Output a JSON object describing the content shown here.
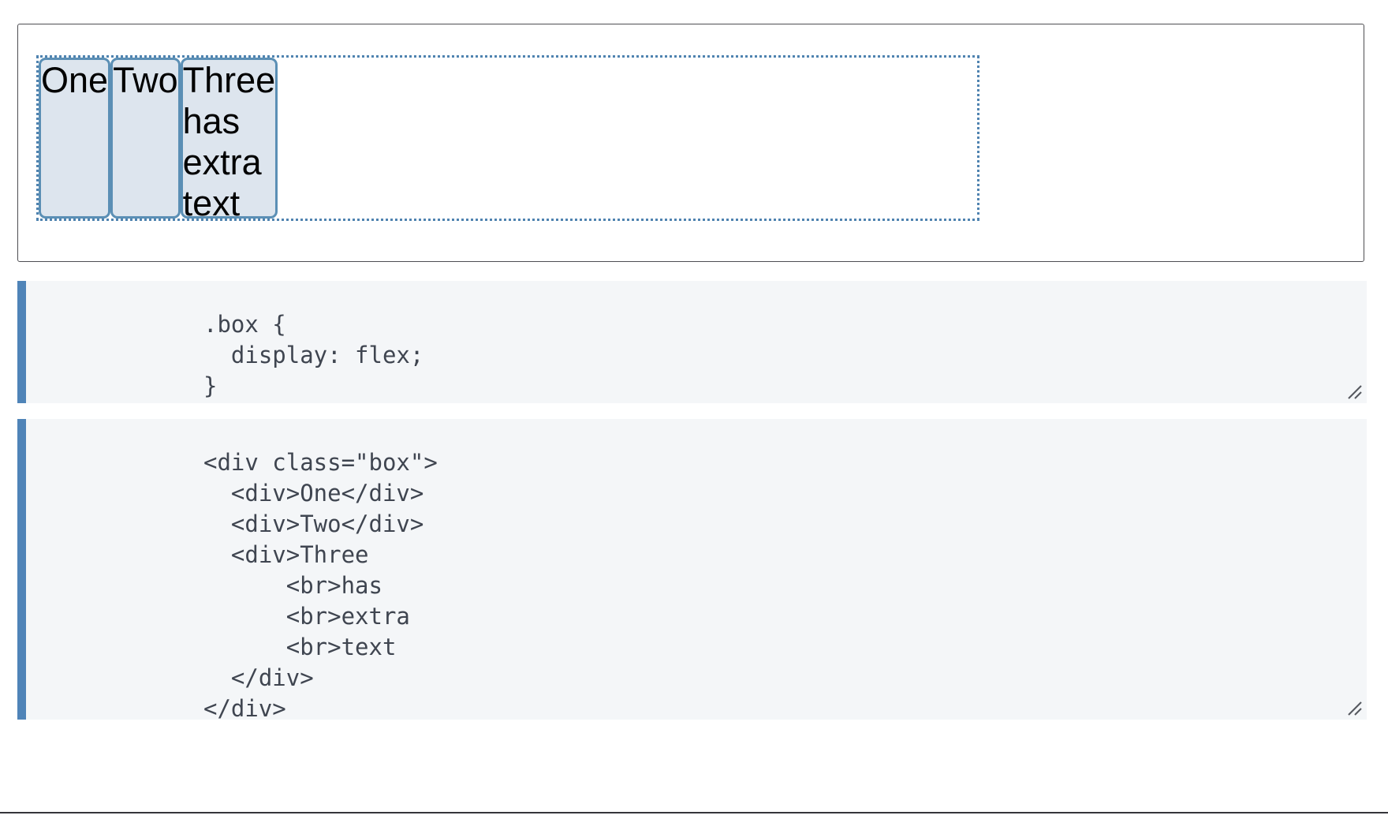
{
  "demo": {
    "container_name": "flex-container",
    "items": [
      {
        "label": "One",
        "lines": [
          "One"
        ]
      },
      {
        "label": "Two",
        "lines": [
          "Two"
        ]
      },
      {
        "label": "Three has extra text",
        "lines": [
          "Three",
          "has",
          "extra",
          "text"
        ]
      }
    ]
  },
  "colors": {
    "item_fill": "#dde5ee",
    "item_border": "#5b8fb5",
    "container_dotted_border": "#4f83b0",
    "code_accent_bar": "#4f84b8",
    "code_background": "#f4f6f8",
    "code_text": "#3f4550",
    "frame_border": "#4d4d52"
  },
  "code_blocks": [
    {
      "name": "css-editor",
      "language": "css",
      "content": ".box {\n  display: flex;\n}"
    },
    {
      "name": "html-editor",
      "language": "html",
      "content": "<div class=\"box\">\n  <div>One</div>\n  <div>Two</div>\n  <div>Three\n      <br>has\n      <br>extra\n      <br>text\n  </div>\n</div>"
    }
  ],
  "icons": {
    "resize_grip": "resize-grip-icon"
  }
}
